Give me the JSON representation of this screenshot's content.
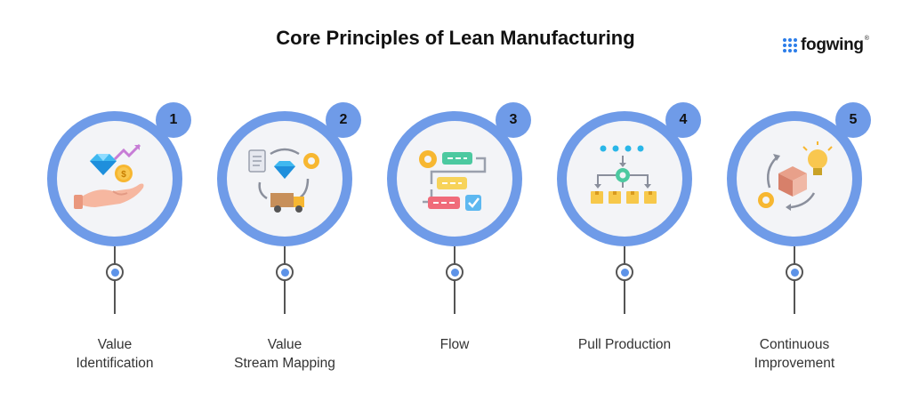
{
  "title": "Core Principles of Lean Manufacturing",
  "logo": {
    "text": "fogwing",
    "registered": "®"
  },
  "steps": [
    {
      "number": "1",
      "label_line1": "Value",
      "label_line2": "Identification",
      "icon": "hand-diamond-coin-icon"
    },
    {
      "number": "2",
      "label_line1": "Value",
      "label_line2": "Stream Mapping",
      "icon": "stream-cycle-icon"
    },
    {
      "number": "3",
      "label_line1": "Flow",
      "label_line2": "",
      "icon": "flow-chart-icon"
    },
    {
      "number": "4",
      "label_line1": "Pull Production",
      "label_line2": "",
      "icon": "pull-hierarchy-icon"
    },
    {
      "number": "5",
      "label_line1": "Continuous",
      "label_line2": "Improvement",
      "icon": "improvement-cycle-icon"
    }
  ],
  "colors": {
    "accent": "#6f9be8",
    "node": "#5d93e8",
    "inner": "#f3f4f7",
    "text": "#333333"
  }
}
